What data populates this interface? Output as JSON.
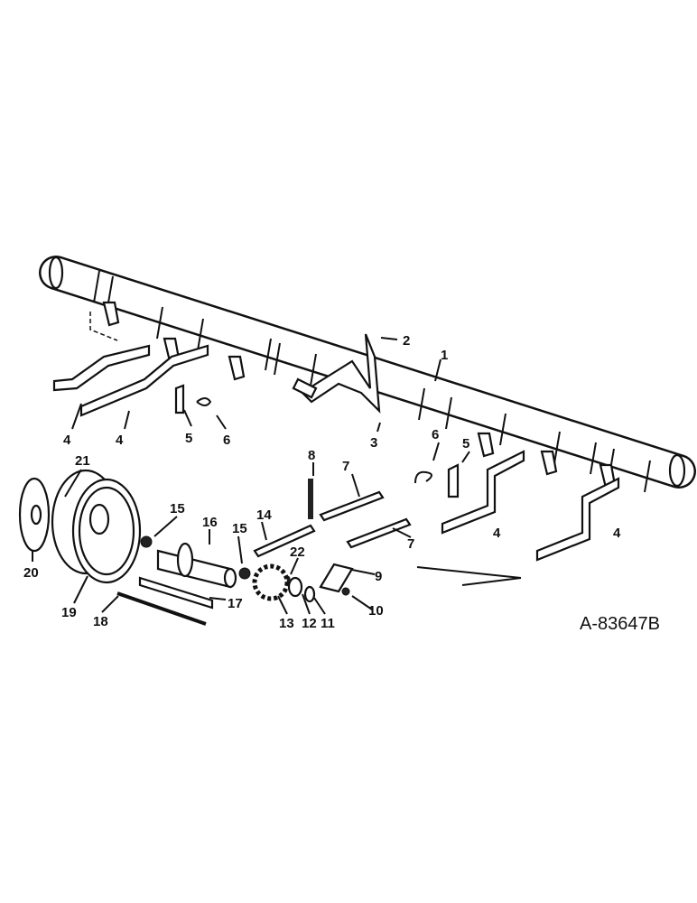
{
  "diagram": {
    "drawing_number": "A-83647B",
    "callouts": [
      {
        "id": "c1",
        "text": "1"
      },
      {
        "id": "c2",
        "text": "2"
      },
      {
        "id": "c3",
        "text": "3"
      },
      {
        "id": "c4a",
        "text": "4"
      },
      {
        "id": "c4b",
        "text": "4"
      },
      {
        "id": "c4c",
        "text": "4"
      },
      {
        "id": "c4d",
        "text": "4"
      },
      {
        "id": "c5a",
        "text": "5"
      },
      {
        "id": "c5b",
        "text": "5"
      },
      {
        "id": "c6a",
        "text": "6"
      },
      {
        "id": "c6b",
        "text": "6"
      },
      {
        "id": "c7a",
        "text": "7"
      },
      {
        "id": "c7b",
        "text": "7"
      },
      {
        "id": "c8",
        "text": "8"
      },
      {
        "id": "c9",
        "text": "9"
      },
      {
        "id": "c10",
        "text": "10"
      },
      {
        "id": "c11",
        "text": "11"
      },
      {
        "id": "c12",
        "text": "12"
      },
      {
        "id": "c13",
        "text": "13"
      },
      {
        "id": "c14",
        "text": "14"
      },
      {
        "id": "c15a",
        "text": "15"
      },
      {
        "id": "c15b",
        "text": "15"
      },
      {
        "id": "c16",
        "text": "16"
      },
      {
        "id": "c17",
        "text": "17"
      },
      {
        "id": "c18",
        "text": "18"
      },
      {
        "id": "c19",
        "text": "19"
      },
      {
        "id": "c20",
        "text": "20"
      },
      {
        "id": "c21",
        "text": "21"
      },
      {
        "id": "c22",
        "text": "22"
      }
    ]
  }
}
